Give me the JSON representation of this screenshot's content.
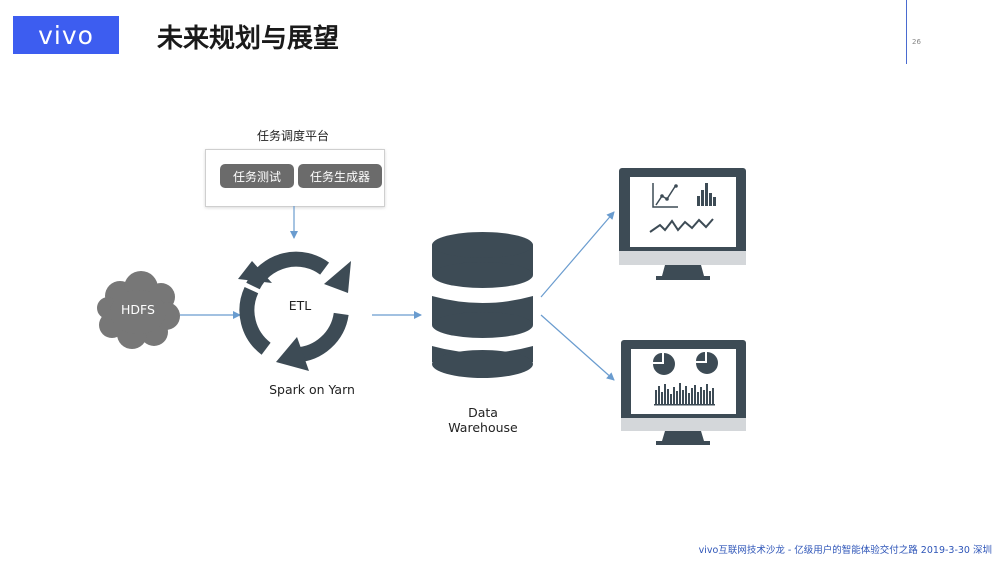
{
  "logo_text": "vivo",
  "title": "未来规划与展望",
  "page_number": "26",
  "footer": "vivo互联网技术沙龙 - 亿级用户的智能体验交付之路 2019-3-30 深圳",
  "scheduler": {
    "label": "任务调度平台",
    "buttons": [
      "任务测试",
      "任务生成器"
    ]
  },
  "nodes": {
    "hdfs": "HDFS",
    "etl": "ETL",
    "spark": "Spark on Yarn",
    "warehouse_line1": "Data",
    "warehouse_line2": "Warehouse"
  },
  "colors": {
    "brand": "#3d5df0",
    "icon_dark": "#3d4b55",
    "arrow": "#6a9ccf",
    "cloud": "#777777"
  }
}
